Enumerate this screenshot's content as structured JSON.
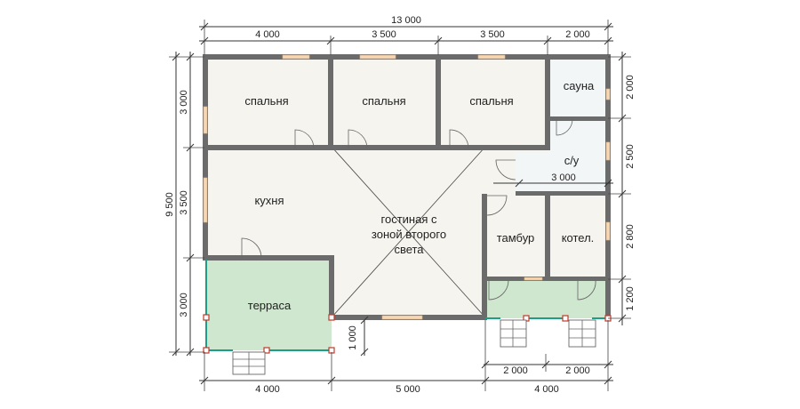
{
  "dimensions": {
    "top_total": "13 000",
    "top_segments": [
      "4 000",
      "3 500",
      "3 500",
      "2 000"
    ],
    "left_total": "9 500",
    "left_segments": [
      "3 000",
      "3 500",
      "3 000"
    ],
    "right_segments": [
      "2 000",
      "2 500",
      "2 800",
      "1 200"
    ],
    "bottom_segments": [
      "4 000",
      "5 000",
      "4 000"
    ],
    "bottom_porch": [
      "2 000",
      "2 000"
    ],
    "inner_bath_width": "3 000",
    "porch_depth": "1 000"
  },
  "rooms": {
    "bedroom_1": "спальня",
    "bedroom_2": "спальня",
    "bedroom_3": "спальня",
    "sauna": "сауна",
    "bathroom": "с/у",
    "kitchen": "кухня",
    "living_line1": "гостиная с",
    "living_line2": "зоной второго",
    "living_line3": "света",
    "vestibule": "тамбур",
    "boiler": "котел.",
    "terrace": "терраса"
  }
}
